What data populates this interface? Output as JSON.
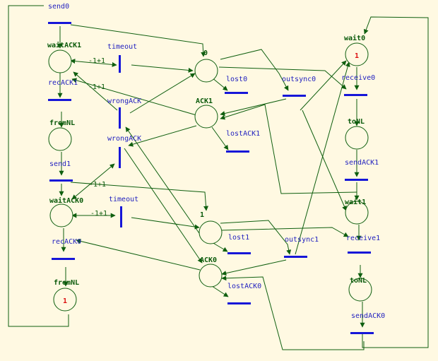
{
  "places": {
    "waitACK1": {
      "label": "waitACK1",
      "tokens": ""
    },
    "recACK1": {
      "label": "recACK1"
    },
    "fromNL_top": {
      "label": "fromNL"
    },
    "waitACK0": {
      "label": "waitACK0",
      "tokens": ""
    },
    "recACK0": {
      "label": "recACK0"
    },
    "fromNL_bot": {
      "label": "fromNL",
      "tokens": "1"
    },
    "p0": {
      "label": "0",
      "tokens": ""
    },
    "ack1": {
      "label": "ACK1",
      "tokens": ""
    },
    "p1": {
      "label": "1",
      "tokens": ""
    },
    "ack0": {
      "label": "ACK0",
      "tokens": ""
    },
    "wait0": {
      "label": "wait0",
      "tokens": "1"
    },
    "toNL_top": {
      "label": "toNL"
    },
    "wait1": {
      "label": "wait1",
      "tokens": ""
    },
    "toNL_bot": {
      "label": "toNL"
    }
  },
  "transitions": {
    "send0": "send0",
    "timeout1": "timeout",
    "wrongACK1": "wrongACK",
    "wrongACK2": "wrongACK",
    "send1": "send1",
    "timeout2": "timeout",
    "lost0": "lost0",
    "lostACK1": "lostACK1",
    "lost1": "lost1",
    "lostACK0": "lostACK0",
    "outsync0": "outsync0",
    "outsync1": "outsync1",
    "receive0": "receive0",
    "sendACK1": "sendACK1",
    "receive1": "receive1",
    "sendACK0": "sendACK0"
  },
  "arc_weights": {
    "w_top_a": "-1+1",
    "w_top_b": "-1+1",
    "w_mid": "-1+1",
    "w_bot": "-1+1"
  },
  "colors": {
    "background": "#fff9e2",
    "arc": "#0f5f0f",
    "transition": "#1616d8",
    "label_transition": "#1f1fbf",
    "label_place": "#0a5a0a",
    "token": "#dd1111"
  }
}
